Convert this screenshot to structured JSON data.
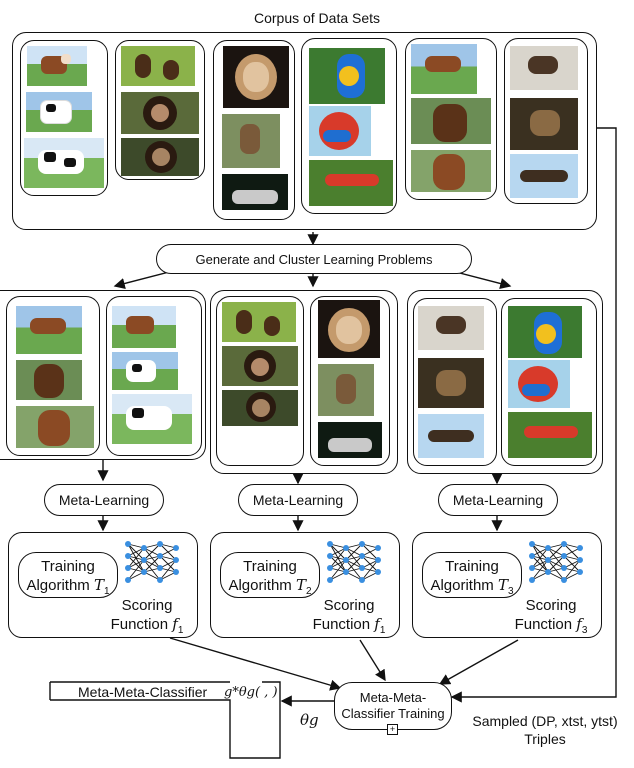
{
  "header": {
    "title": "Corpus of Data Sets"
  },
  "cluster": {
    "label": "Generate and Cluster Learning Problems"
  },
  "meta_learning": [
    "Meta-Learning",
    "Meta-Learning",
    "Meta-Learning"
  ],
  "training_algorithms": [
    {
      "line1": "Training",
      "line2": "Algorithm",
      "symbol": "T",
      "sub": "1",
      "scoring1": "Scoring",
      "scoring2": "Function",
      "fn": "f",
      "fn_sub": "1"
    },
    {
      "line1": "Training",
      "line2": "Algorithm",
      "symbol": "T",
      "sub": "2",
      "scoring1": "Scoring",
      "scoring2": "Function",
      "fn": "f",
      "fn_sub": "1"
    },
    {
      "line1": "Training",
      "line2": "Algorithm",
      "symbol": "T",
      "sub": "3",
      "scoring1": "Scoring",
      "scoring2": "Function",
      "fn": "f",
      "fn_sub": "3"
    }
  ],
  "mmc_training": {
    "line1": "Meta-Meta-",
    "line2": "Classifier Training"
  },
  "mmc": {
    "label": "Meta-Meta-Classifier",
    "symbol": "g*θg( , )"
  },
  "theta": "θg",
  "sampled": {
    "line1": "Sampled (DP, xtst, ytst)",
    "line2": "Triples"
  },
  "images": {
    "cow": "cow photo",
    "chimp": "chimpanzee photo",
    "monkey": "monkey photo",
    "parrot": "parrot photo",
    "horse": "horse photo",
    "eagle": "eagle photo"
  },
  "colors": {
    "node": "#3a8fe0",
    "line": "#111111",
    "grass": "#6aa84f",
    "sky": "#b7d7f0"
  }
}
